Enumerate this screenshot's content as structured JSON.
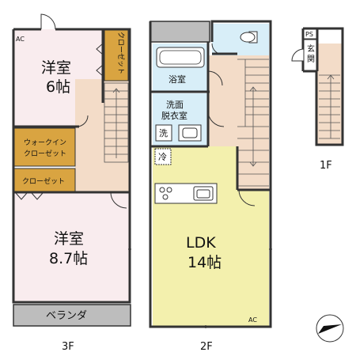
{
  "floor3": {
    "floor_label": "3F",
    "bedroom_top": {
      "name": "洋室",
      "size": "6帖"
    },
    "closet_top": "クローゼット",
    "walkin_line1": "ウォークイン",
    "walkin_line2": "クローゼット",
    "closet_mid": "クローゼット",
    "bedroom_bottom": {
      "name": "洋室",
      "size": "8.7帖"
    },
    "balcony": "ベランダ",
    "ac": "AC"
  },
  "floor2": {
    "floor_label": "2F",
    "bath": "浴室",
    "washroom_line1": "洗面",
    "washroom_line2": "脱衣室",
    "washer": "洗",
    "fridge": "冷",
    "ldk": {
      "name": "LDK",
      "size": "14帖"
    },
    "ac": "AC"
  },
  "floor1": {
    "floor_label": "1F",
    "ps": "PS",
    "entrance": "玄関"
  },
  "colors": {
    "bedroom": "#f9ecee",
    "closet": "#d9a441",
    "hall": "#f3dcc8",
    "ldk": "#f3f0ad",
    "water": "#d8eef8",
    "balcony": "#bdbdbd",
    "wall": "#333333"
  },
  "icons": [
    "compass-icon",
    "sink-icon",
    "stove-icon",
    "toilet-icon",
    "bathtub-icon",
    "washer-icon",
    "fridge-icon"
  ]
}
